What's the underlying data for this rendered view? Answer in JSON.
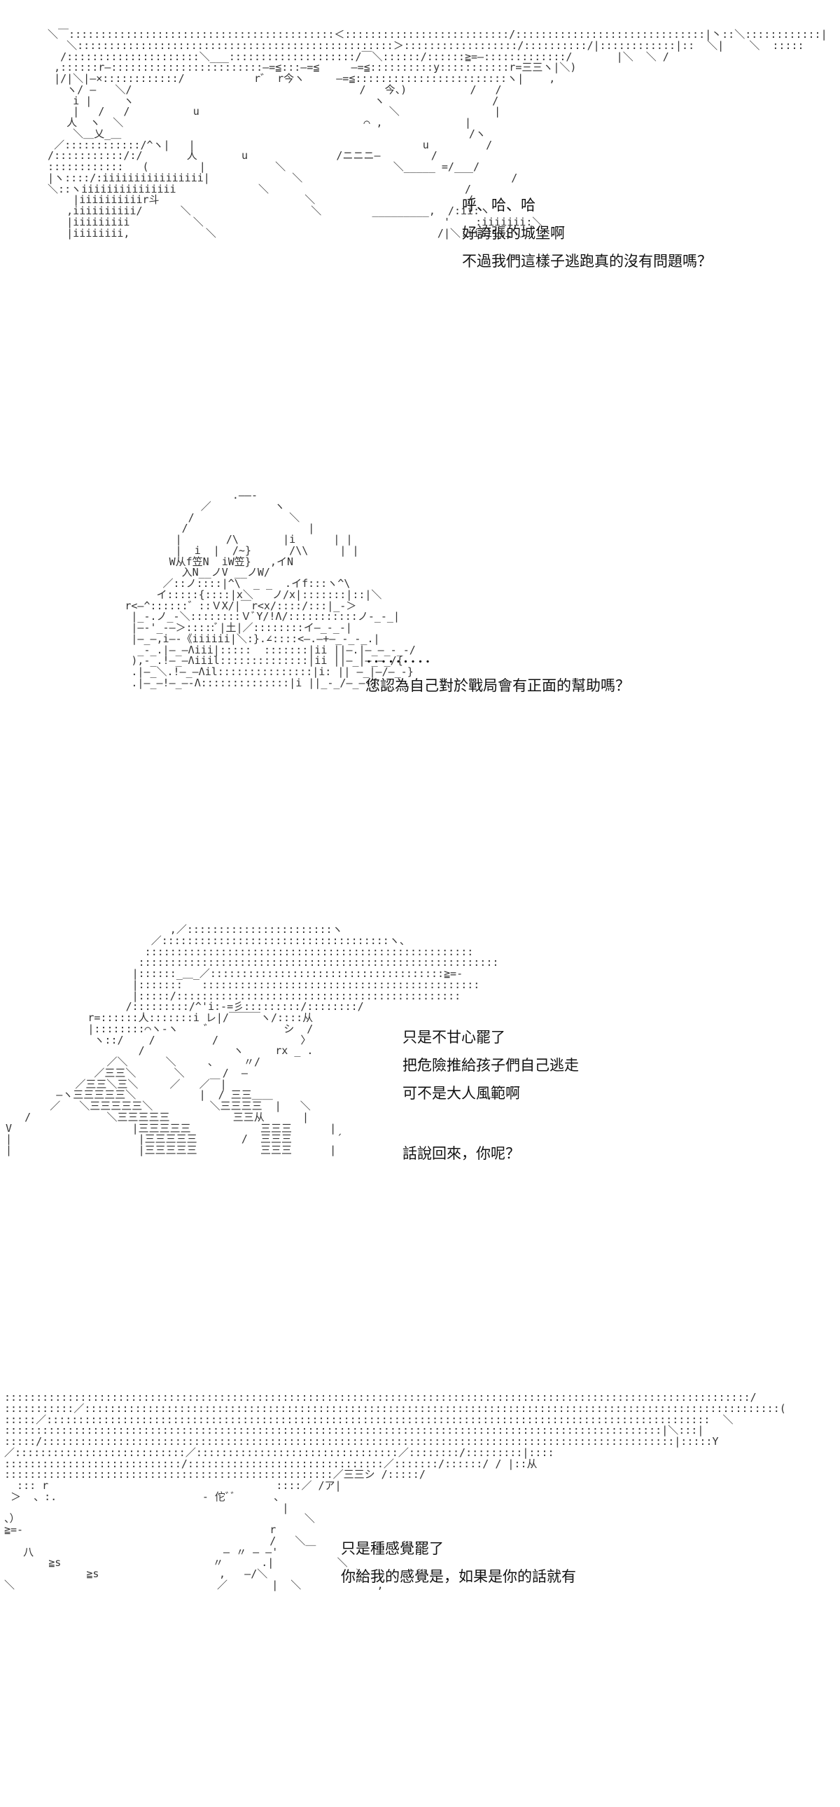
{
  "panels": [
    {
      "art": "  ＼￣::::::::::::::::::::::::::::::::::::::::::＜::::::::::::::::::::::::::/::::::::::::::::::::::::::::::|丶::＼::::::::::::|\n     ＼::::::::::::::::::::::::::::::::::::::::::::::::::＞::::::::::::::::::/::::::::::/|::::::::::::|::  ＼|    ＼  :::::\n    /:::::::::::::::::::::＼___::::::::::::::::::::/￣＼::::::/::::::≧=—:::::::::::::/       |＼  ＼ /\n   ,::::::r—::::::::::::::::::::::::—=≦:::—=≦     —=≦::::::::::y:::::::::::r=三三ヽ|＼)\n   |/|＼|—×::::::::::::/           r゛ r今ヽ     —=≦::::::::::::::::::::::::ヽ|    ,\n     ヽ/ —   ＼/                                    /   今、)          /   /\n      i |     ヽ                                      ヽ                 /\n      |   /   /          u                              ＼               |\n     人  ヽ  ＼                                      ⌒ ,             |\n      ＼＿乂_＿                                                       /ヽ\n   ／::::::::::::/^ヽ|   |                                    u         /\n  /:::::::::::/:/       人       u              /ニニニ—        /\n  ::::::::::::   (        |           ＼                 ＼_____ =/___/\n  |ヽ::::/:iiiiiiiiiiiiiiii|             ＼                                 /\n  ＼::ヽiiiiiiiiiiiiiii             ＼                               /\n      |iiiiiiiiiir斗                       ＼                        /\n     ,iiiiiiiiii/      ＼                   ＼        _________,  /:ii:ヽ\n     |iiiiiiiii          ＼                                      '    :iiiiiii:＼\n     |iiiiiiii,            ＼                                   /|＼:iiiiiii＼",
      "lines": [
        "呼、哈、哈",
        "好誇張的城堡啊",
        "不過我們這樣子逃跑真的沒有問題嗎？"
      ]
    },
    {
      "art": "                             .——-\n                        ／          ヽ\n                      /               ＼\n                     /                   |\n                    |       /\\       |i      | |\n                    |  i  |  /~}      /\\\\     | |\n                   W从f笠N  iW笠}   ,イN\n                     入N__ノV __ノW/\n                  ／::ノ::::|^\\  _ _  .イf:::ヽ^\\\n                 イ:::::{::::|x＼   ノ/x|:::::::|::|＼\n            r<—^::::::゛::ＶX/|￣r<x/::::/:::|_-＞\n             |_-.ノ_-＼::::::::ＶﾞY/!Λ/:::::::::::ノ-_-_|\n             |—-'_-—＞:::::ﾞ|土|／::::::::イ—_-_-|\n             |—_—,i—-《iiiiii|＼:}.∠::::<—.—+—_-_-_.|\n              _-_.|—_—Λiii|:::::  :::::::|ii ||—.|—_—_-_-/\n             ),-_.!—_—Λiiil::::::::::::::|ii ||—_|—_—_/{\n             .|—_＼.!—_—Λil:::::::::::::::|i: || —_|—/—_-}\n             .|—_—!—_—-Λ::::::::::::::|i ||_-_/—_—-{",
      "lines": [
        "．．．．．．．．．",
        "您認為自己對於戰局會有正面的幫助嗎？"
      ]
    },
    {
      "art": "                          ,／:::::::::::::::::::::::ヽ\n                       ／::::::::::::::::::::::::::::::::::::ヽ、\n                      ::::::::::::::::::::::::::::::::::::::::::::::::::::\n                     :::::::::::::::::::::::::::::::::::::::::::::::::::::::::\n                    |::::::_＿_／:::::::::::::::::::::::::::::::::::::≧=-\n                    |:::::::   ::::::::::::::::::::::::::::::::::::::::::::\n                    |:::::/:::::::::::::::::::::::::::::::::::::::::::::\n                   /:::::::::/^'i:-=彡:::::::::/::::::::/\n             r=::::::人:::::::i レ|/￣￣￣ヽ/::::从\n             |::::::::⌒ヽ-ヽ    ゛           シ  /\n              ヽ::/    /         /             〉\n                     /              ヽ     rx _ .\n                ／＼      ＼     、    〃/\n              ／三三＼      ＼      /  —\n           ／三三＼三＼     ／   ／￣|\n        —ヽ三三三三三＼          |  / 三三＿＿\n       ／   ＼三三三三三＼         ＼三三三三  |   ＼\n   /            ＼三三三三三          三三从      |\nV                   |三三三三三           三三三      |\n|                    |三三三三三       /  三三三       ´\n|                    |三三三三三          三三三      |",
      "lines": [
        "只是不甘心罷了",
        "把危險推給孩子們自己逃走",
        "可不是大人風範啊",
        "",
        "話說回來，你呢？"
      ]
    },
    {
      "art": "::::::::::::::::::::::::::::::::::::::::::::::::::::::::::::::::::::::::::::::::::::::::::::::::::::::::::::::::::::::/\n:::::::::::／::::::::::::::::::::::::::::::::::::::::::::::::::::::::::::::::::::::::::::::::::::::::::::::::::::::::::::::(\n:::::／:::::::::::::::::::::::::::::::::::::::::::::::::::::::::::::::::::::::::::::::::::::::::::::::::::::::::  ＼\n::::::::::::::::::::::::::::::::::::::::::::::::::::::::::::::::::::::::::::::::::::::::::::::::::::::::|＼:::|\n:::::/::::::::::::::::::::::::::::::::::::::::::::::::::::::::::::::::::::::::::::::::::::::::::::::::::::|:::::Y\n／:::::::::::::::::::::::::::／::::::::::::::::::::::::::::::::／::::::::/:::::::::|::::\n::::::::::::::::::::::::::::/:::::::::::::::::::::::::::::::／:::::::/::::::/ / |::从\n::::::::::::::::::::::::::::::::::::::::::::::::::::／三三シ /:::::/\n  ::: r                                    ::::／ /ア|\n ＞  、:.                       - 佗ﾞﾞ      、\n                                            |\n、）                                             ＼\n≧=-                                       r\n                                          /   ＼＿\n   八                              — 〃 — —'\n       ≧s                        〃      .|          ＼\n             ≧s                   ,   —/＼              ＼\n＼                                ／       |  ＼            ,",
      "lines": [
        "只是種感覺罷了",
        "你給我的感覺是，如果是你的話就有"
      ]
    }
  ]
}
